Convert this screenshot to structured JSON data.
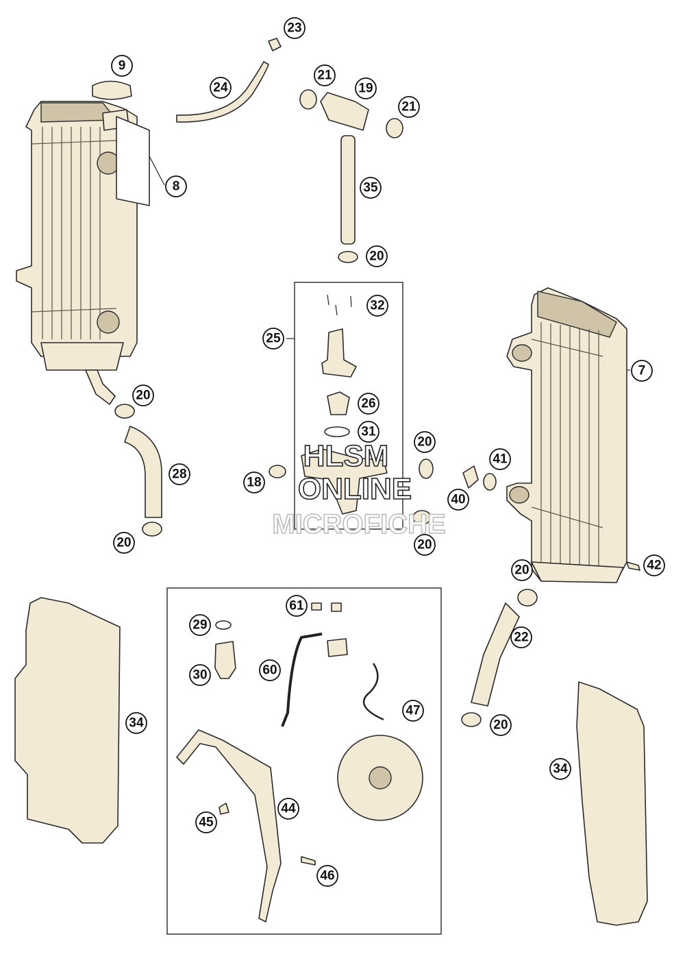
{
  "watermark": {
    "line1": "HLSM",
    "line2": "ONLINE",
    "line3": "MICROFICHE"
  },
  "callouts": {
    "c9": "9",
    "c23": "23",
    "c24": "24",
    "c21a": "21",
    "c19": "19",
    "c21b": "21",
    "c8": "8",
    "c35": "35",
    "c20a": "20",
    "c32": "32",
    "c25": "25",
    "c26": "26",
    "c31": "31",
    "c20b": "20",
    "c18": "18",
    "c20c": "20",
    "c28": "28",
    "c20d": "20",
    "c41": "41",
    "c40": "40",
    "c20e": "20",
    "c7": "7",
    "c42": "42",
    "c20f": "20",
    "c22": "22",
    "c61": "61",
    "c29": "29",
    "c30": "30",
    "c60": "60",
    "c47": "47",
    "c34a": "34",
    "c34b": "34",
    "c20g": "20",
    "c44": "44",
    "c45": "45",
    "c46": "46"
  },
  "colors": {
    "part_fill": "#f3ead6",
    "outline": "#2a2a2a",
    "background": "#ffffff"
  }
}
